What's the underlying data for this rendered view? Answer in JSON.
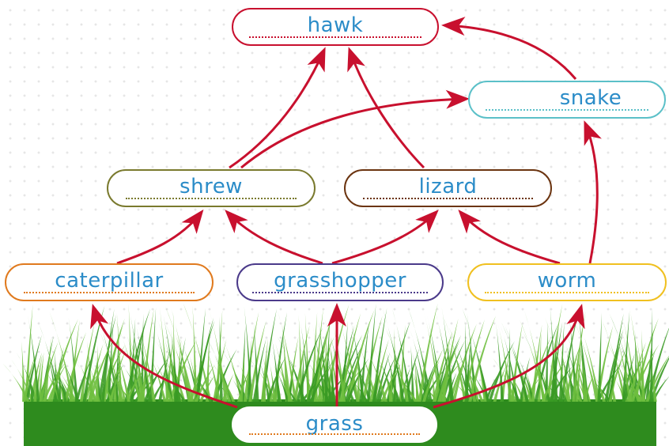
{
  "colors": {
    "arrow": "#c8102e",
    "label_text": "#2b8cc8",
    "grass_dark": "#2e8b1e",
    "grass_light": "#8fd05a"
  },
  "nodes": {
    "hawk": {
      "label": "hawk",
      "color": "#c8102e"
    },
    "snake": {
      "label": "snake",
      "color": "#5bc0c8"
    },
    "shrew": {
      "label": "shrew",
      "color": "#7a7a2e"
    },
    "lizard": {
      "label": "lizard",
      "color": "#6b3410"
    },
    "caterpillar": {
      "label": "caterpillar",
      "color": "#e07a1e"
    },
    "grasshopper": {
      "label": "grasshopper",
      "color": "#4b3a8a"
    },
    "worm": {
      "label": "worm",
      "color": "#f0c020"
    },
    "grass": {
      "label": "grass",
      "color": "#ffffff"
    }
  },
  "edges": [
    {
      "from": "grass",
      "to": "caterpillar"
    },
    {
      "from": "grass",
      "to": "grasshopper"
    },
    {
      "from": "grass",
      "to": "worm"
    },
    {
      "from": "caterpillar",
      "to": "shrew"
    },
    {
      "from": "grasshopper",
      "to": "shrew"
    },
    {
      "from": "grasshopper",
      "to": "lizard"
    },
    {
      "from": "worm",
      "to": "lizard"
    },
    {
      "from": "worm",
      "to": "snake"
    },
    {
      "from": "shrew",
      "to": "hawk"
    },
    {
      "from": "lizard",
      "to": "hawk"
    },
    {
      "from": "shrew",
      "to": "snake"
    },
    {
      "from": "snake",
      "to": "hawk"
    }
  ]
}
